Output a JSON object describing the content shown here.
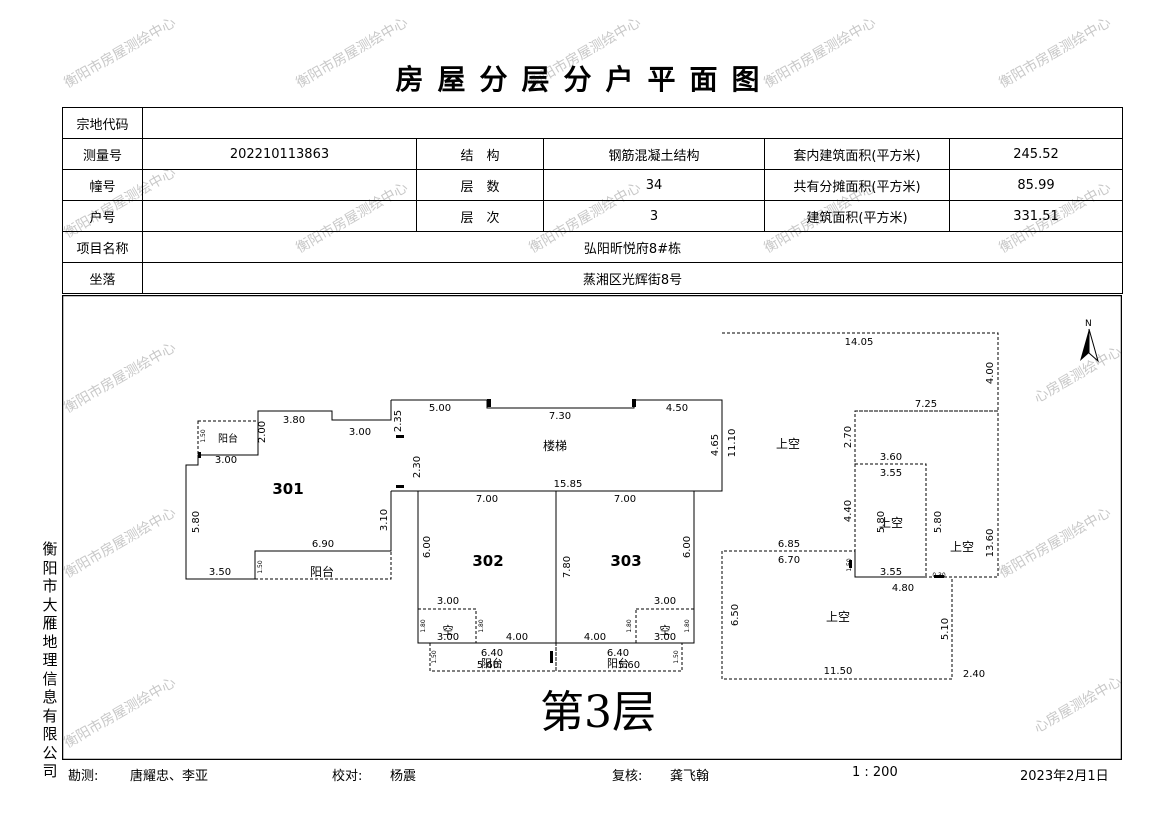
{
  "title": "房屋分层分户平面图",
  "watermark": "衡阳市房屋测绘中心",
  "watermark_partial": "心房屋测绘中心",
  "info": {
    "zongdi_label": "宗地代码",
    "zongdi_value": "",
    "celiang_label": "测量号",
    "celiang_value": "202210113863",
    "jiegou_label": "结　构",
    "jiegou_value": "钢筋混凝土结构",
    "taonei_label": "套内建筑面积(平方米)",
    "taonei_value": "245.52",
    "zhuang_label": "幢号",
    "zhuang_value": "",
    "cengshu_label": "层　数",
    "cengshu_value": "34",
    "gongyou_label": "共有分摊面积(平方米)",
    "gongyou_value": "85.99",
    "hu_label": "户号",
    "hu_value": "",
    "cengci_label": "层　次",
    "cengci_value": "3",
    "jianzhu_label": "建筑面积(平方米)",
    "jianzhu_value": "331.51",
    "xiangmu_label": "项目名称",
    "xiangmu_value": "弘阳昕悦府8#栋",
    "zuoluo_label": "坐落",
    "zuoluo_value": "蒸湘区光辉街8号"
  },
  "side_org": "衡阳市大雁地理信息有限公司",
  "footer": {
    "kance_label": "勘测:",
    "kance_value": "唐耀忠、李亚",
    "jiaodui_label": "校对:",
    "jiaodui_value": "杨震",
    "fuhe_label": "复核:",
    "fuhe_value": "龚飞翰",
    "scale": "1 : 200",
    "date": "2023年2月1日"
  },
  "plan": {
    "floor_label": "第3层",
    "north": "N",
    "rooms": {
      "r301": "301",
      "r302": "302",
      "r303": "303",
      "stair": "楼梯"
    },
    "areas": {
      "balcony": "阳台",
      "void": "上空",
      "kong": "空"
    },
    "dims": {
      "d3_80": "3.80",
      "d3_00": "3.00",
      "d5_00": "5.00",
      "d7_30": "7.30",
      "d4_50": "4.50",
      "d14_05": "14.05",
      "d4_00": "4.00",
      "d7_25": "7.25",
      "d2_00": "2.00",
      "d2_35": "2.35",
      "d2_30": "2.30",
      "d4_65": "4.65",
      "d11_10": "11.10",
      "d2_70": "2.70",
      "d3_60": "3.60",
      "d3_55": "3.55",
      "d15_85": "15.85",
      "d7_00": "7.00",
      "d5_80": "5.80",
      "d3_10": "3.10",
      "d6_90": "6.90",
      "d3_50": "3.50",
      "d6_00": "6.00",
      "d7_80": "7.80",
      "d4_40": "4.40",
      "d6_85": "6.85",
      "d6_70": "6.70",
      "d13_60": "13.60",
      "d4_80": "4.80",
      "d6_50": "6.50",
      "d5_10": "5.10",
      "d11_50": "11.50",
      "d2_40": "2.40",
      "d6_40": "6.40",
      "d5_60": "5.60",
      "d1_50": "1.50",
      "d1_80": "1.80",
      "d0_30": "0.30"
    }
  }
}
